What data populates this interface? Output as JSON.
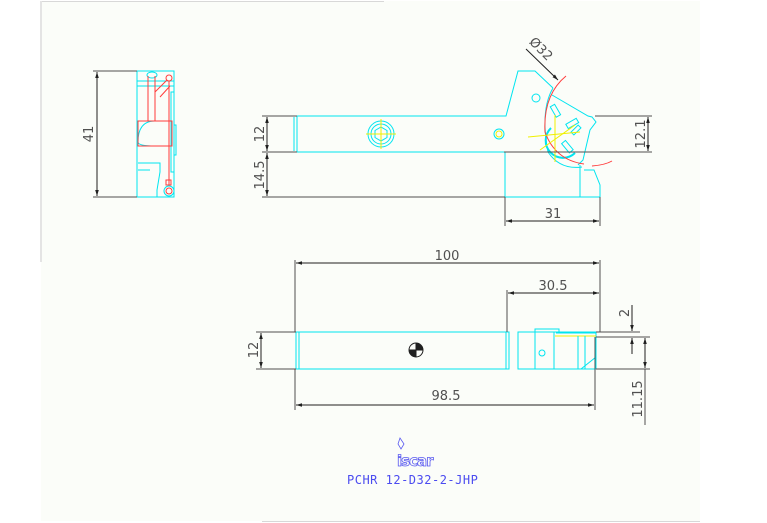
{
  "drawing": {
    "brand": "iscar",
    "part_number": "PCHR 12-D32-2-JHP",
    "colors": {
      "outline": "#00e5f0",
      "hidden_red": "#ff3c3c",
      "centerline": "#f0f000",
      "dimension": "#505050",
      "caption": "#4b4bf0",
      "sheet": "#fbfdf9"
    },
    "side_view": {
      "height_dim": "41"
    },
    "front_view": {
      "shank_height_dim": "12",
      "lower_offset_dim": "14.5",
      "insert_height_dim": "12.1",
      "head_width_dim": "31",
      "cut_diameter_dim": "Ø32"
    },
    "top_view": {
      "overall_length_dim": "100",
      "head_length_dim": "30.5",
      "offset_dim": "2",
      "shank_width_dim": "12",
      "shank_length_dim": "98.5",
      "tip_height_dim": "11.15"
    }
  }
}
